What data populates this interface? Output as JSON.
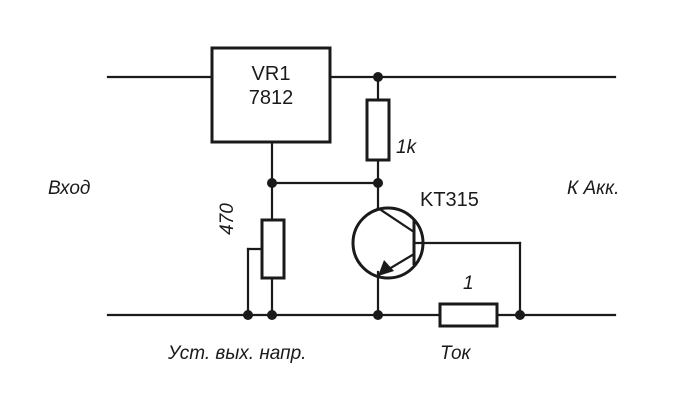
{
  "regulator": {
    "name": "VR1",
    "part": "7812"
  },
  "resistor_top": {
    "value": "1k"
  },
  "potentiometer": {
    "value": "470"
  },
  "transistor": {
    "part": "KT315"
  },
  "resistor_shunt": {
    "value": "1"
  },
  "labels": {
    "input": "Вход",
    "output": "К Акк.",
    "voltage_adjust": "Уст. вых. напр.",
    "current": "Ток"
  },
  "colors": {
    "ink": "#1a1a1a",
    "background": "#ffffff"
  }
}
